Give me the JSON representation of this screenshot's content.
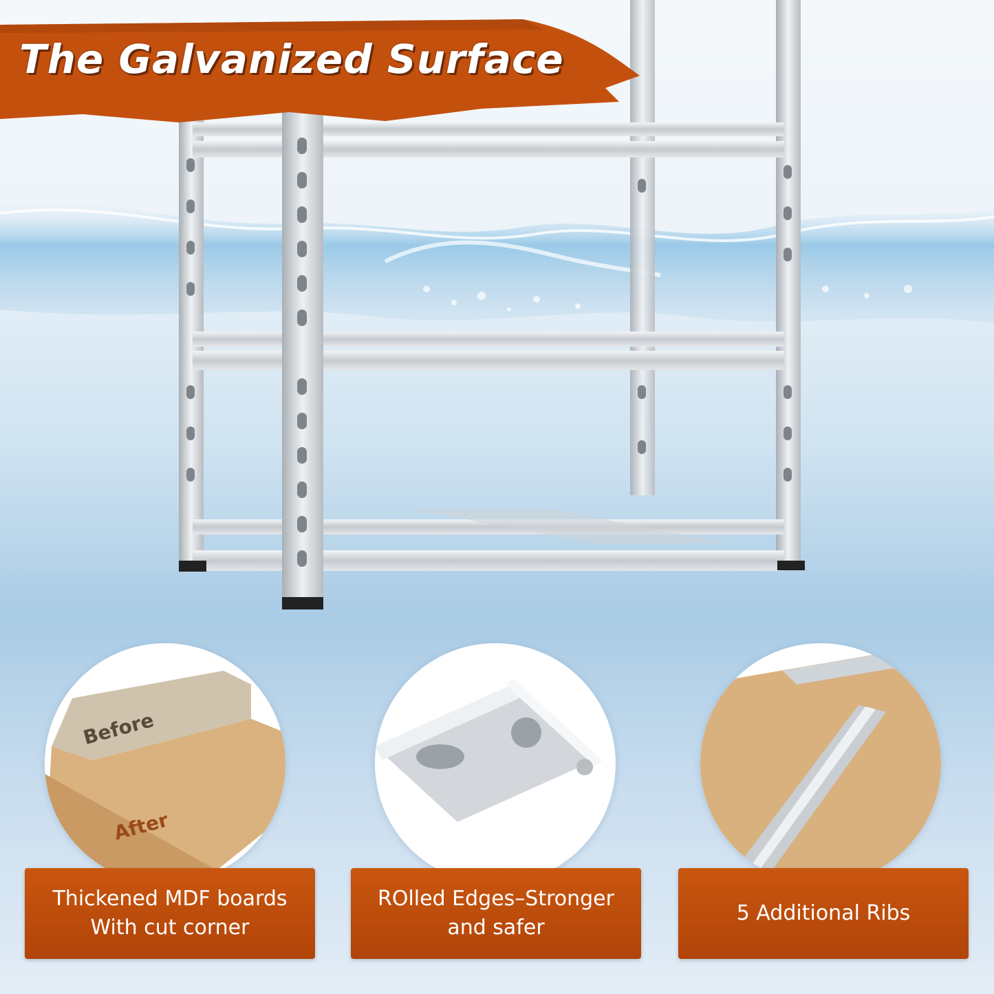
{
  "title": "The Galvanized Surface",
  "features": [
    {
      "caption": "Thickened MDF boards\nWith cut corner",
      "tags": {
        "before": "Before",
        "after": "After"
      },
      "icon": "mdf-board-image"
    },
    {
      "caption": "ROlled Edges–Stronger\nand safer",
      "icon": "rolled-edge-beam-image"
    },
    {
      "caption": "5 Additional Ribs",
      "icon": "support-ribs-image"
    }
  ],
  "colors": {
    "banner": "#c4500e",
    "water": "#6fb0da",
    "steel": "#c9ced3",
    "board": "#d9b17f"
  }
}
